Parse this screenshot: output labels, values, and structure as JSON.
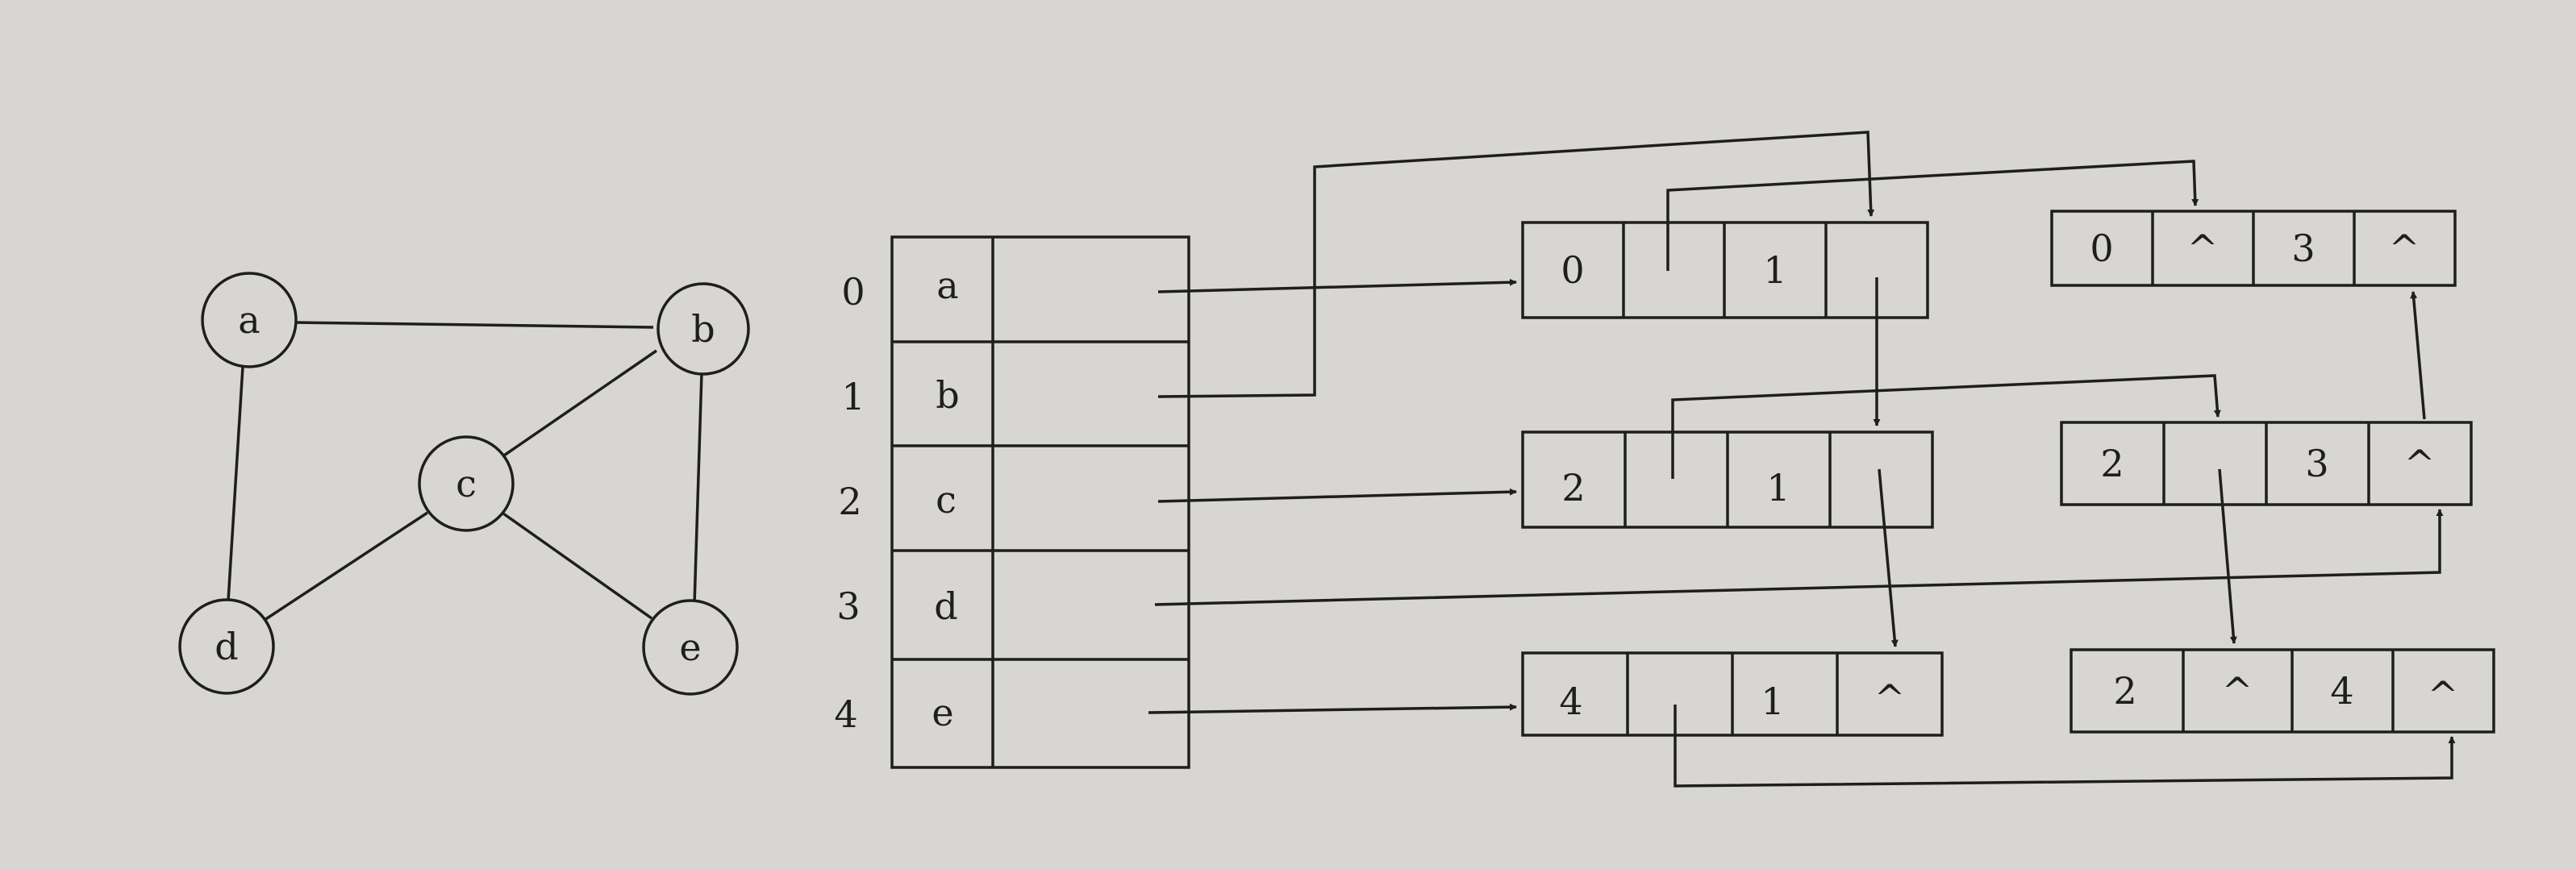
{
  "graph": {
    "vertices": [
      "a",
      "b",
      "c",
      "d",
      "e"
    ],
    "edges": [
      [
        "a",
        "b"
      ],
      [
        "a",
        "d"
      ],
      [
        "b",
        "c"
      ],
      [
        "b",
        "e"
      ],
      [
        "c",
        "d"
      ],
      [
        "c",
        "e"
      ]
    ]
  },
  "headers": [
    {
      "index": "0",
      "vertex": "a"
    },
    {
      "index": "1",
      "vertex": "b"
    },
    {
      "index": "2",
      "vertex": "c"
    },
    {
      "index": "3",
      "vertex": "d"
    },
    {
      "index": "4",
      "vertex": "e"
    }
  ],
  "edge_nodes": [
    {
      "ivex": "0",
      "ilink": "",
      "jvex": "1",
      "jlink": ""
    },
    {
      "ivex": "0",
      "ilink": "^",
      "jvex": "3",
      "jlink": "^"
    },
    {
      "ivex": "2",
      "ilink": "",
      "jvex": "1",
      "jlink": ""
    },
    {
      "ivex": "2",
      "ilink": "",
      "jvex": "3",
      "jlink": "^"
    },
    {
      "ivex": "4",
      "ilink": "",
      "jvex": "1",
      "jlink": "^"
    },
    {
      "ivex": "2",
      "ilink": "^",
      "jvex": "4",
      "jlink": "^"
    }
  ],
  "colors": {
    "ink": "#1e1e1e",
    "paper": "#d7d6d2"
  }
}
